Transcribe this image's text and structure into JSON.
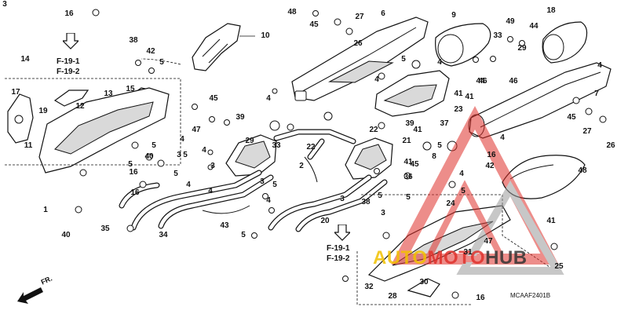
{
  "diagram_code": "MCAAF2401B",
  "front_marker": "FR.",
  "references": [
    {
      "line1": "F-19-1",
      "line2": "F-19-2"
    },
    {
      "line1": "F-19-1",
      "line2": "F-19-2"
    }
  ],
  "watermark": {
    "part1": "AUTO",
    "part2": "MOTO",
    "part3": "HUB",
    "colors": {
      "accent": "#e0312b",
      "dark": "#333333"
    }
  },
  "callouts": [
    "16",
    "38",
    "42",
    "10",
    "48",
    "45",
    "27",
    "6",
    "26",
    "9",
    "49",
    "44",
    "18",
    "14",
    "17",
    "12",
    "13",
    "15",
    "19",
    "11",
    "5",
    "3",
    "4",
    "45",
    "47",
    "39",
    "29",
    "33",
    "20",
    "22",
    "2",
    "43",
    "34",
    "35",
    "1",
    "40",
    "37",
    "41",
    "21",
    "8",
    "36",
    "33",
    "29",
    "46",
    "44",
    "46",
    "23",
    "41",
    "7",
    "45",
    "27",
    "26",
    "48",
    "24",
    "47",
    "31",
    "30",
    "28",
    "32",
    "25",
    "38",
    "16",
    "41",
    "42",
    "4",
    "39",
    "5",
    "40",
    "3",
    "4",
    "4",
    "5",
    "5",
    "3",
    "5",
    "5",
    "5",
    "16",
    "5",
    "3",
    "5",
    "5",
    "16",
    "5",
    "4",
    "22",
    "5",
    "41",
    "4",
    "41",
    "4",
    "45",
    "4",
    "4",
    "4",
    "3",
    "16",
    "4",
    "3"
  ]
}
